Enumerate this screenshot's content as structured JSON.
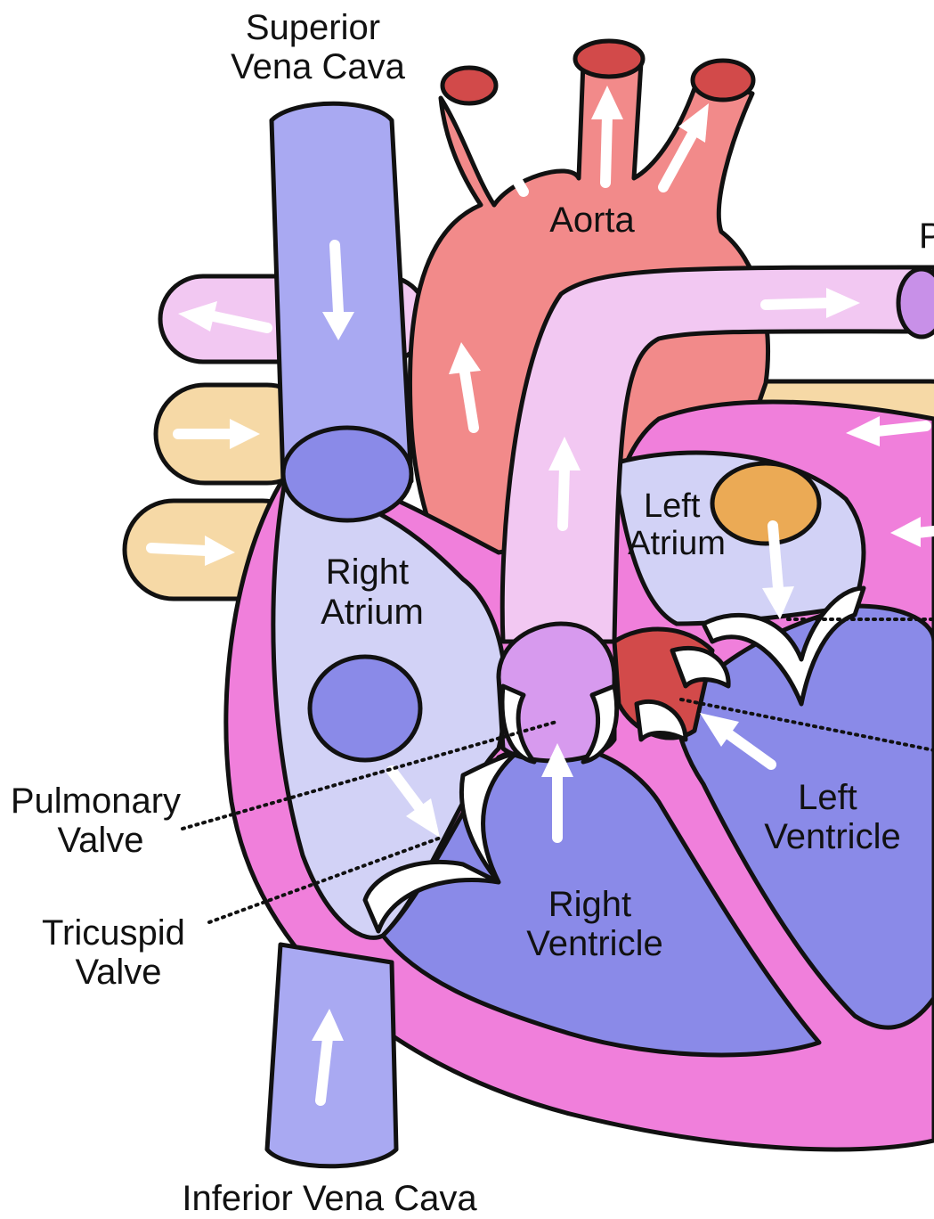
{
  "labels": {
    "superior_vena_cava": [
      "Superior",
      "Vena Cava"
    ],
    "aorta": "Aorta",
    "pulmonary_artery_partial": "P",
    "left_atrium": [
      "Left",
      "Atrium"
    ],
    "right_atrium": [
      "Right",
      "Atrium"
    ],
    "pulmonary_valve": [
      "Pulmonary",
      "Valve"
    ],
    "tricuspid_valve": [
      "Tricuspid",
      "Valve"
    ],
    "left_ventricle": [
      "Left",
      "Ventricle"
    ],
    "right_ventricle": [
      "Right",
      "Ventricle"
    ],
    "inferior_vena_cava": "Inferior Vena Cava"
  },
  "colors": {
    "vena_cava": "#a9a9f2",
    "aorta": "#f28a8a",
    "pulmonary": "#f2c8f2",
    "pulmonary_veins": "#f6d9a6",
    "heart_wall": "#f07fdb",
    "atrium_chamber": "#d2d2f6",
    "ventricle_chamber": "#8a8ae8",
    "valve": "#ffffff",
    "outline": "#111111"
  }
}
